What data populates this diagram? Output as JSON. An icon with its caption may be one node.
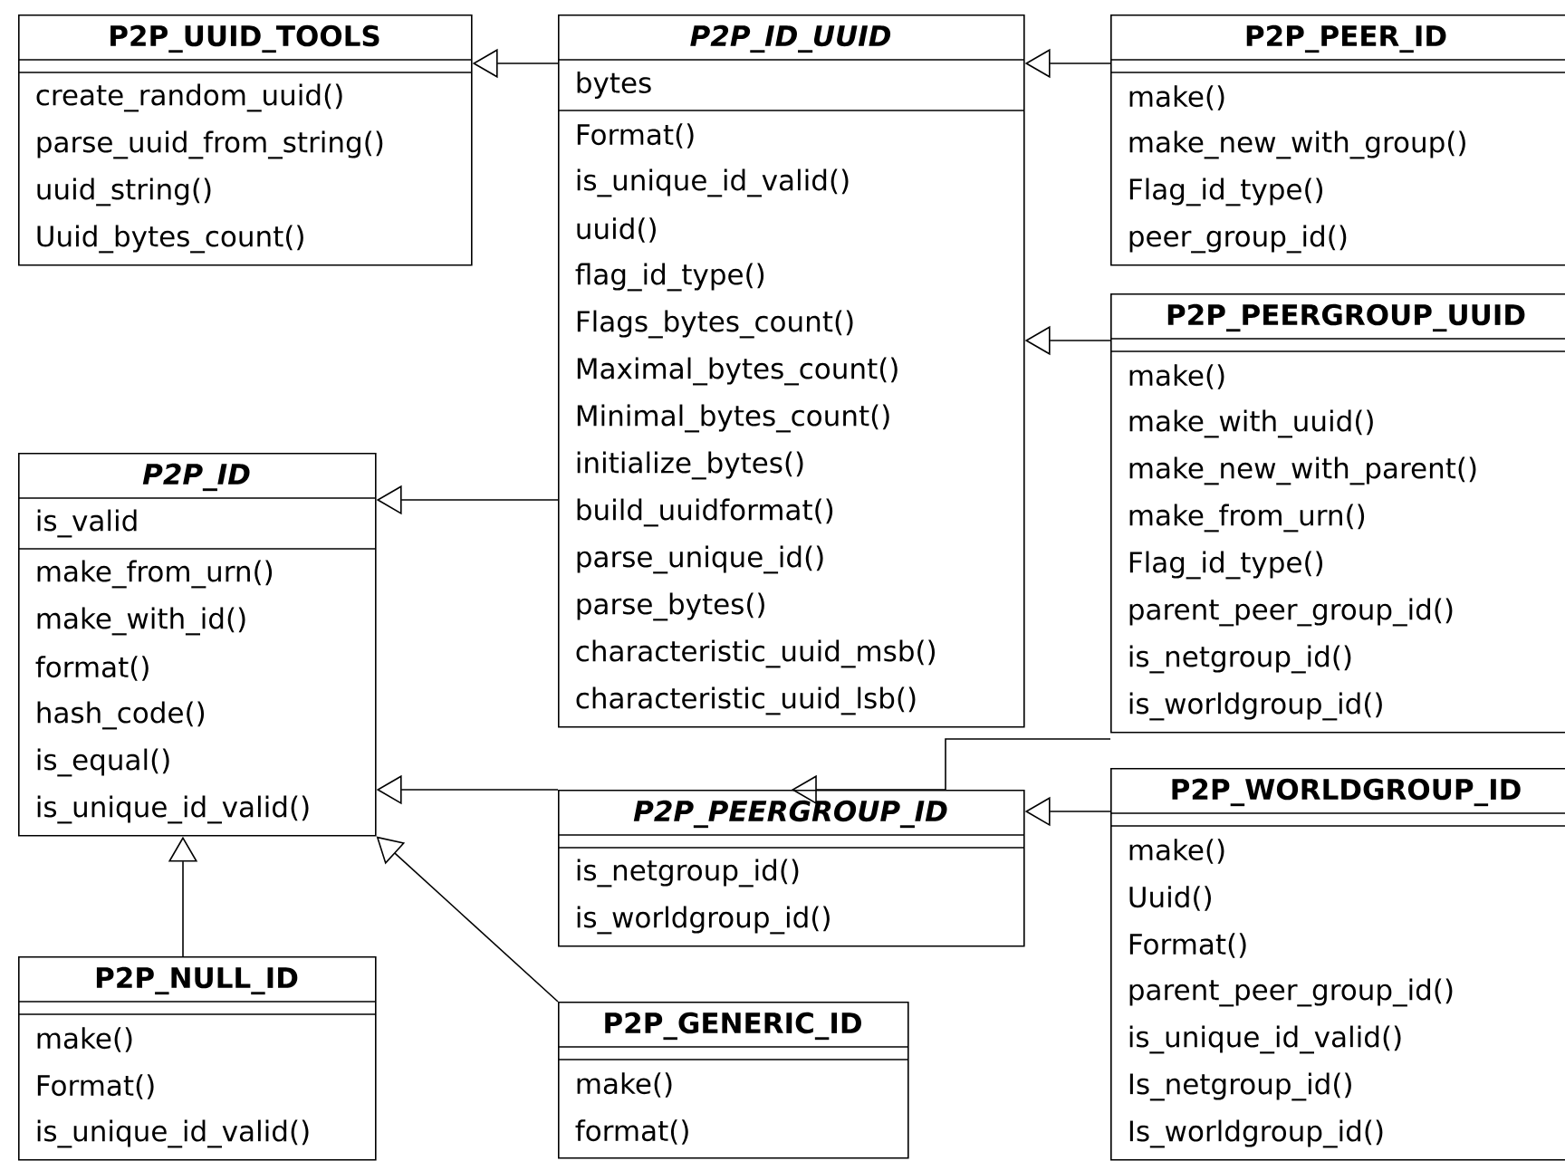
{
  "diagram": {
    "nodes": [
      {
        "text": [
          "P2P_UUID_TOOLS",
          "create_random_uuid()",
          "parse_uuid_from_string()",
          "uuid_string()",
          "Uuid_bytes_count()"
        ]
      },
      {
        "text": [
          "P2P_ID_UUID",
          "bytes",
          "Format()",
          "is_unique_id_valid()",
          "uuid()",
          "flag_id_type()",
          "Flags_bytes_count()",
          "Maximal_bytes_count()",
          "Minimal_bytes_count()",
          "initialize_bytes()",
          "build_uuidformat()",
          "parse_unique_id()",
          "parse_bytes()",
          "characteristic_uuid_msb()",
          "characteristic_uuid_lsb()"
        ]
      },
      {
        "text": [
          "P2P_PEER_ID",
          "make()",
          "make_new_with_group()",
          "Flag_id_type()",
          "peer_group_id()"
        ]
      },
      {
        "text": [
          "P2P_PEERGROUP_UUID",
          "make()",
          "make_with_uuid()",
          "make_new_with_parent()",
          "make_from_urn()",
          "Flag_id_type()",
          "parent_peer_group_id()",
          "is_netgroup_id()",
          "is_worldgroup_id()"
        ]
      },
      {
        "text": [
          "P2P_ID",
          "is_valid",
          "make_from_urn()",
          "make_with_id()",
          "format()",
          "hash_code()",
          "is_equal()",
          "is_unique_id_valid()"
        ]
      },
      {
        "text": [
          "P2P_PEERGROUP_ID",
          "is_netgroup_id()",
          "is_worldgroup_id()"
        ]
      },
      {
        "text": [
          "P2P_WORLDGROUP_ID",
          "make()",
          "Uuid()",
          "Format()",
          "parent_peer_group_id()",
          "is_unique_id_valid()",
          "Is_netgroup_id()",
          "Is_worldgroup_id()"
        ]
      },
      {
        "text": [
          "P2P_NULL_ID",
          "make()",
          "Format()",
          "is_unique_id_valid()"
        ]
      },
      {
        "text": [
          "P2P_GENERIC_ID",
          "make()",
          "format()"
        ]
      }
    ],
    "edges": [
      {
        "from": 1,
        "to": 0,
        "arrow": "to"
      },
      {
        "from": 2,
        "to": 1,
        "arrow": "to"
      },
      {
        "from": 3,
        "to": 1,
        "arrow": "to"
      },
      {
        "from": 1,
        "to": 4,
        "arrow": "to"
      },
      {
        "from": 5,
        "to": 4,
        "arrow": "to"
      },
      {
        "from": 3,
        "to": 5,
        "arrow": "to"
      },
      {
        "from": 6,
        "to": 5,
        "arrow": "to"
      },
      {
        "from": 7,
        "to": 4,
        "arrow": "to"
      },
      {
        "from": 8,
        "to": 4,
        "arrow": "to"
      }
    ]
  }
}
